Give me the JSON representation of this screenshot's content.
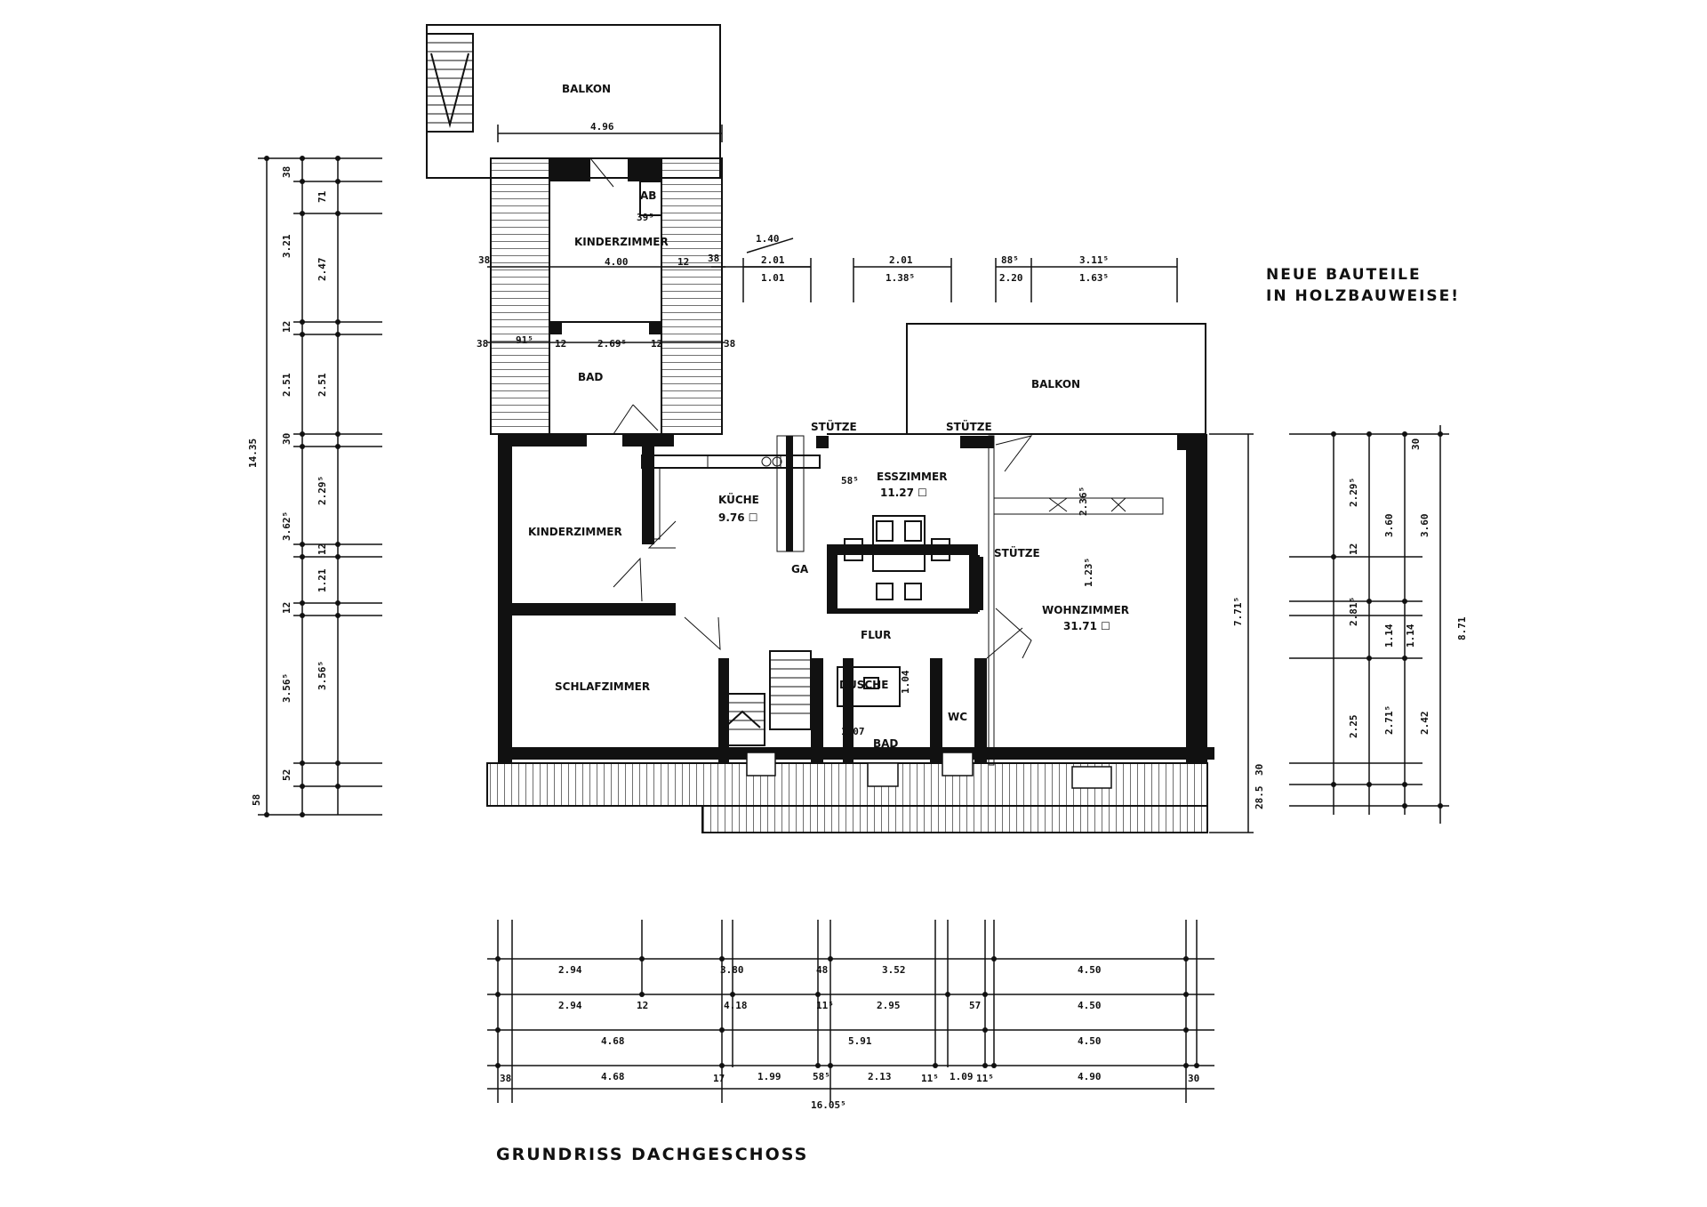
{
  "notes": {
    "line1": "NEUE BAUTEILE",
    "line2": "IN HOLZBAUWEISE!"
  },
  "title": "GRUNDRISS DACHGESCHOSS",
  "rooms": {
    "balkon_top": "BALKON",
    "balkon_right": "BALKON",
    "ab": "AB",
    "kinderzimmer_top": "KINDERZIMMER",
    "bad_top": "BAD",
    "kueche": "KÜCHE",
    "kueche_area": "9.76 ☐",
    "esszimmer": "ESSZIMMER",
    "esszimmer_area": "11.27 ☐",
    "kinderzimmer": "KINDERZIMMER",
    "schlafzimmer": "SCHLAFZIMMER",
    "flur": "FLUR",
    "dusche": "DUSCHE",
    "bad": "BAD",
    "wc": "WC",
    "wohnzimmer": "WOHNZIMMER",
    "wohnzimmer_area": "31.71 ☐",
    "ga": "GA",
    "stuetze1": "STÜTZE",
    "stuetze2": "STÜTZE",
    "stuetze3": "STÜTZE"
  },
  "dims_top": {
    "d_496": "4.96",
    "d_400": "4.00",
    "d_269": "2.69⁵",
    "d_201a": "2.01",
    "d_101": "1.01",
    "d_140": "1.40",
    "d_201b": "2.01",
    "d_138": "1.38⁵",
    "d_88": "88⁵",
    "d_220": "2.20",
    "d_311": "3.11⁵",
    "d_163": "1.63⁵"
  },
  "dims_left": [
    "38",
    "71",
    "3.21",
    "2.47",
    "12",
    "2.51",
    "2.51",
    "30",
    "2.29⁵",
    "3.62⁵",
    "12",
    "1.21",
    "12",
    "3.56⁵",
    "3.56⁵",
    "52",
    "58",
    "14.35"
  ],
  "dims_right": [
    "30",
    "2.29⁵",
    "3.60",
    "3.60",
    "12",
    "2.81⁵",
    "1.14",
    "1.14",
    "2.25",
    "2.71⁵",
    "2.42",
    "30",
    "28.5",
    "8.71",
    "7.71⁵"
  ],
  "dims_bottom": {
    "row1": [
      "2.94",
      "3.80",
      "48",
      "3.52",
      "4.50"
    ],
    "row2": [
      "2.94",
      "12",
      "4.18",
      "11⁵",
      "2.95",
      "57",
      "4.50"
    ],
    "row3": [
      "4.68",
      "5.91",
      "4.50"
    ],
    "row4": [
      "38",
      "4.68",
      "17",
      "1.99",
      "58⁵",
      "2.13",
      "11⁵",
      "1.09",
      "11⁵",
      "4.90",
      "30"
    ],
    "total": "16.05⁵"
  },
  "dims_misc": {
    "d_58": "58⁵",
    "d_104": "1.04",
    "d_107": "1.07",
    "d_236": "2.36⁵",
    "d_1235": "1.23⁵",
    "d_39": "39⁵",
    "d_38a": "38",
    "d_12a": "12",
    "d_38b": "38",
    "d_38c": "38",
    "d_91": "91⁵",
    "d_12b": "12",
    "d_12c": "12",
    "d_38d": "38"
  }
}
